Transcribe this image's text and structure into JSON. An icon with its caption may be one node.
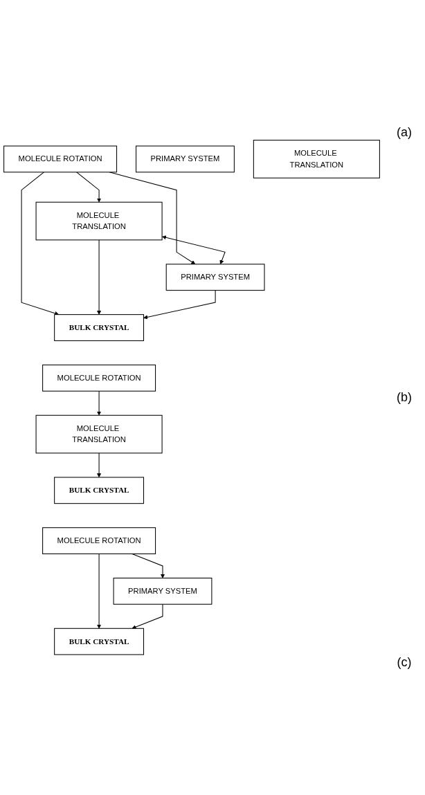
{
  "diagram": {
    "nodes": [
      {
        "text": [
          "MOLECULE ROTATION"
        ]
      },
      {
        "text": [
          "MOLECULE TRANSLATION"
        ]
      },
      {
        "text": [
          "PRIMARY SYSTEM"
        ]
      },
      {
        "text": [
          "BULK CRYSTAL"
        ]
      },
      {
        "text": [
          "MOLECULE ROTATION"
        ]
      },
      {
        "text": [
          "MOLECULE TRANSLATION"
        ]
      },
      {
        "text": [
          "PRIMARY SYSTEM"
        ]
      },
      {
        "text": [
          "BULK CRYSTAL"
        ]
      },
      {
        "text": [
          "MOLECULE ROTATION"
        ]
      },
      {
        "text": [
          "MOLECULE TRANSLATION"
        ]
      },
      {
        "text": [
          "PRIMARY SYSTEM"
        ]
      },
      {
        "text": [
          "BULK CRYSTAL"
        ]
      }
    ],
    "edges": [
      {
        "from": 0,
        "to": 3,
        "arrow": "to"
      },
      {
        "from": 0,
        "to": 1,
        "arrow": "to"
      },
      {
        "from": 0,
        "to": 2,
        "arrow": "to"
      },
      {
        "from": 1,
        "to": 2,
        "arrow": "both"
      },
      {
        "from": 1,
        "to": 3,
        "arrow": "to"
      },
      {
        "from": 2,
        "to": 3,
        "arrow": "to"
      },
      {
        "from": 4,
        "to": 5,
        "arrow": "to"
      },
      {
        "from": 5,
        "to": 7,
        "arrow": "to"
      },
      {
        "from": 8,
        "to": 11,
        "arrow": "to"
      },
      {
        "from": 8,
        "to": 10,
        "arrow": "to"
      },
      {
        "from": 10,
        "to": 11,
        "arrow": "to"
      }
    ],
    "labels": [
      "(a)",
      "(b)",
      "(c)"
    ]
  }
}
